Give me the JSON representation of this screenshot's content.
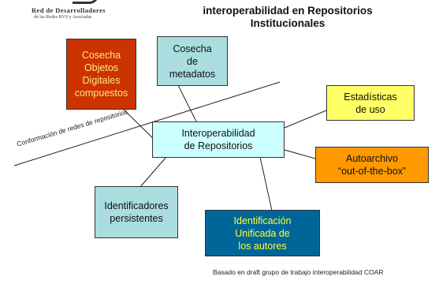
{
  "logo": {
    "line1": "Red de Desarrolladores",
    "line2": "de las Redes BVS y Asociadas"
  },
  "title": {
    "line1": "interoperabilidad en Repositorios",
    "line2": "Institucionales"
  },
  "boundary_label": "Conformación de redes de repositorios",
  "center_node": {
    "line1": "Interoperabilidad",
    "line2": "de Repositorios"
  },
  "nodes": {
    "cosecha_objetos": {
      "lines": [
        "Cosecha",
        "Objetos",
        "Digitales",
        "compuestos"
      ],
      "fill": "#cc3300",
      "text_color": "#ffe680"
    },
    "cosecha_metadatos": {
      "lines": [
        "Cosecha",
        "de",
        "metadatos"
      ],
      "fill": "#a9dde0"
    },
    "estadisticas": {
      "lines": [
        "Estadísticas",
        "de uso"
      ],
      "fill": "#ffff66"
    },
    "autoarchivo": {
      "lines": [
        "Autoarchivo",
        "“out-of-the-box”"
      ],
      "fill": "#ff9900"
    },
    "identificadores": {
      "lines": [
        "Identificadores",
        "persistentes"
      ],
      "fill": "#a9dde0"
    },
    "identificacion_unificada": {
      "lines": [
        "Identificación",
        "Unificada de",
        "los autores"
      ],
      "fill": "#006699",
      "text_color": "#ffff33"
    }
  },
  "center_fill": "#ccffff",
  "footer": "Basado en draft grupo de trabajo interoperabilidad COAR"
}
